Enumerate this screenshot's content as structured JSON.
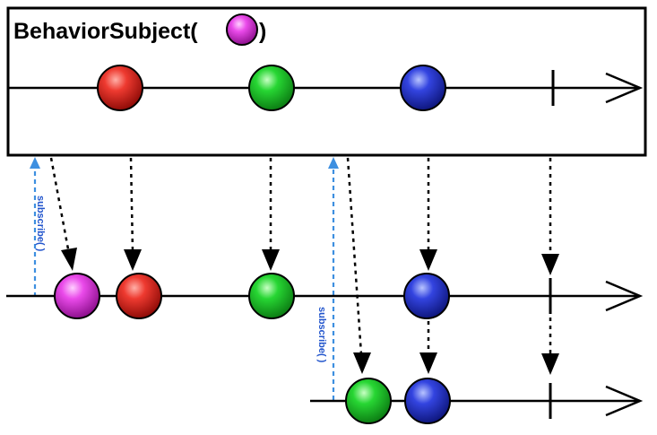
{
  "title": {
    "prefix": "BehaviorSubject(",
    "suffix": ")",
    "initial_marble_color": "pink"
  },
  "subscribe_label": "subscribe( )",
  "colors": {
    "red": "#e8231f",
    "green": "#1fcc2a",
    "blue": "#2b3bd6",
    "pink": "#e63ee6",
    "subscribe_arrow": "#3d8fe0"
  },
  "source_timeline": {
    "marbles": [
      "red",
      "green",
      "blue"
    ],
    "completes": true
  },
  "subscriber_1": {
    "marbles": [
      "pink",
      "red",
      "green",
      "blue"
    ],
    "completes": true
  },
  "subscriber_2": {
    "marbles": [
      "green",
      "blue"
    ],
    "completes": true
  }
}
